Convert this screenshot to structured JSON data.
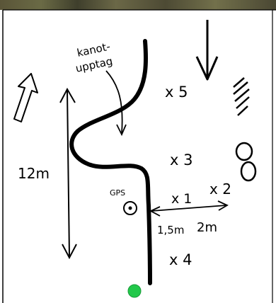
{
  "labels": {
    "kanot_line1": "kanot-",
    "kanot_line2": "upptag",
    "distance_12m": "12m",
    "point_x5": "x 5",
    "point_x3": "x 3",
    "point_x1": "x 1",
    "point_x2": "x 2",
    "point_x4": "x 4",
    "gps": "GPS",
    "dist_1_5m": "1,5m",
    "dist_2m": "2m"
  },
  "colors": {
    "ink": "#000000",
    "marker_green": "#22c84a",
    "photo_strip": "#5a5538"
  }
}
